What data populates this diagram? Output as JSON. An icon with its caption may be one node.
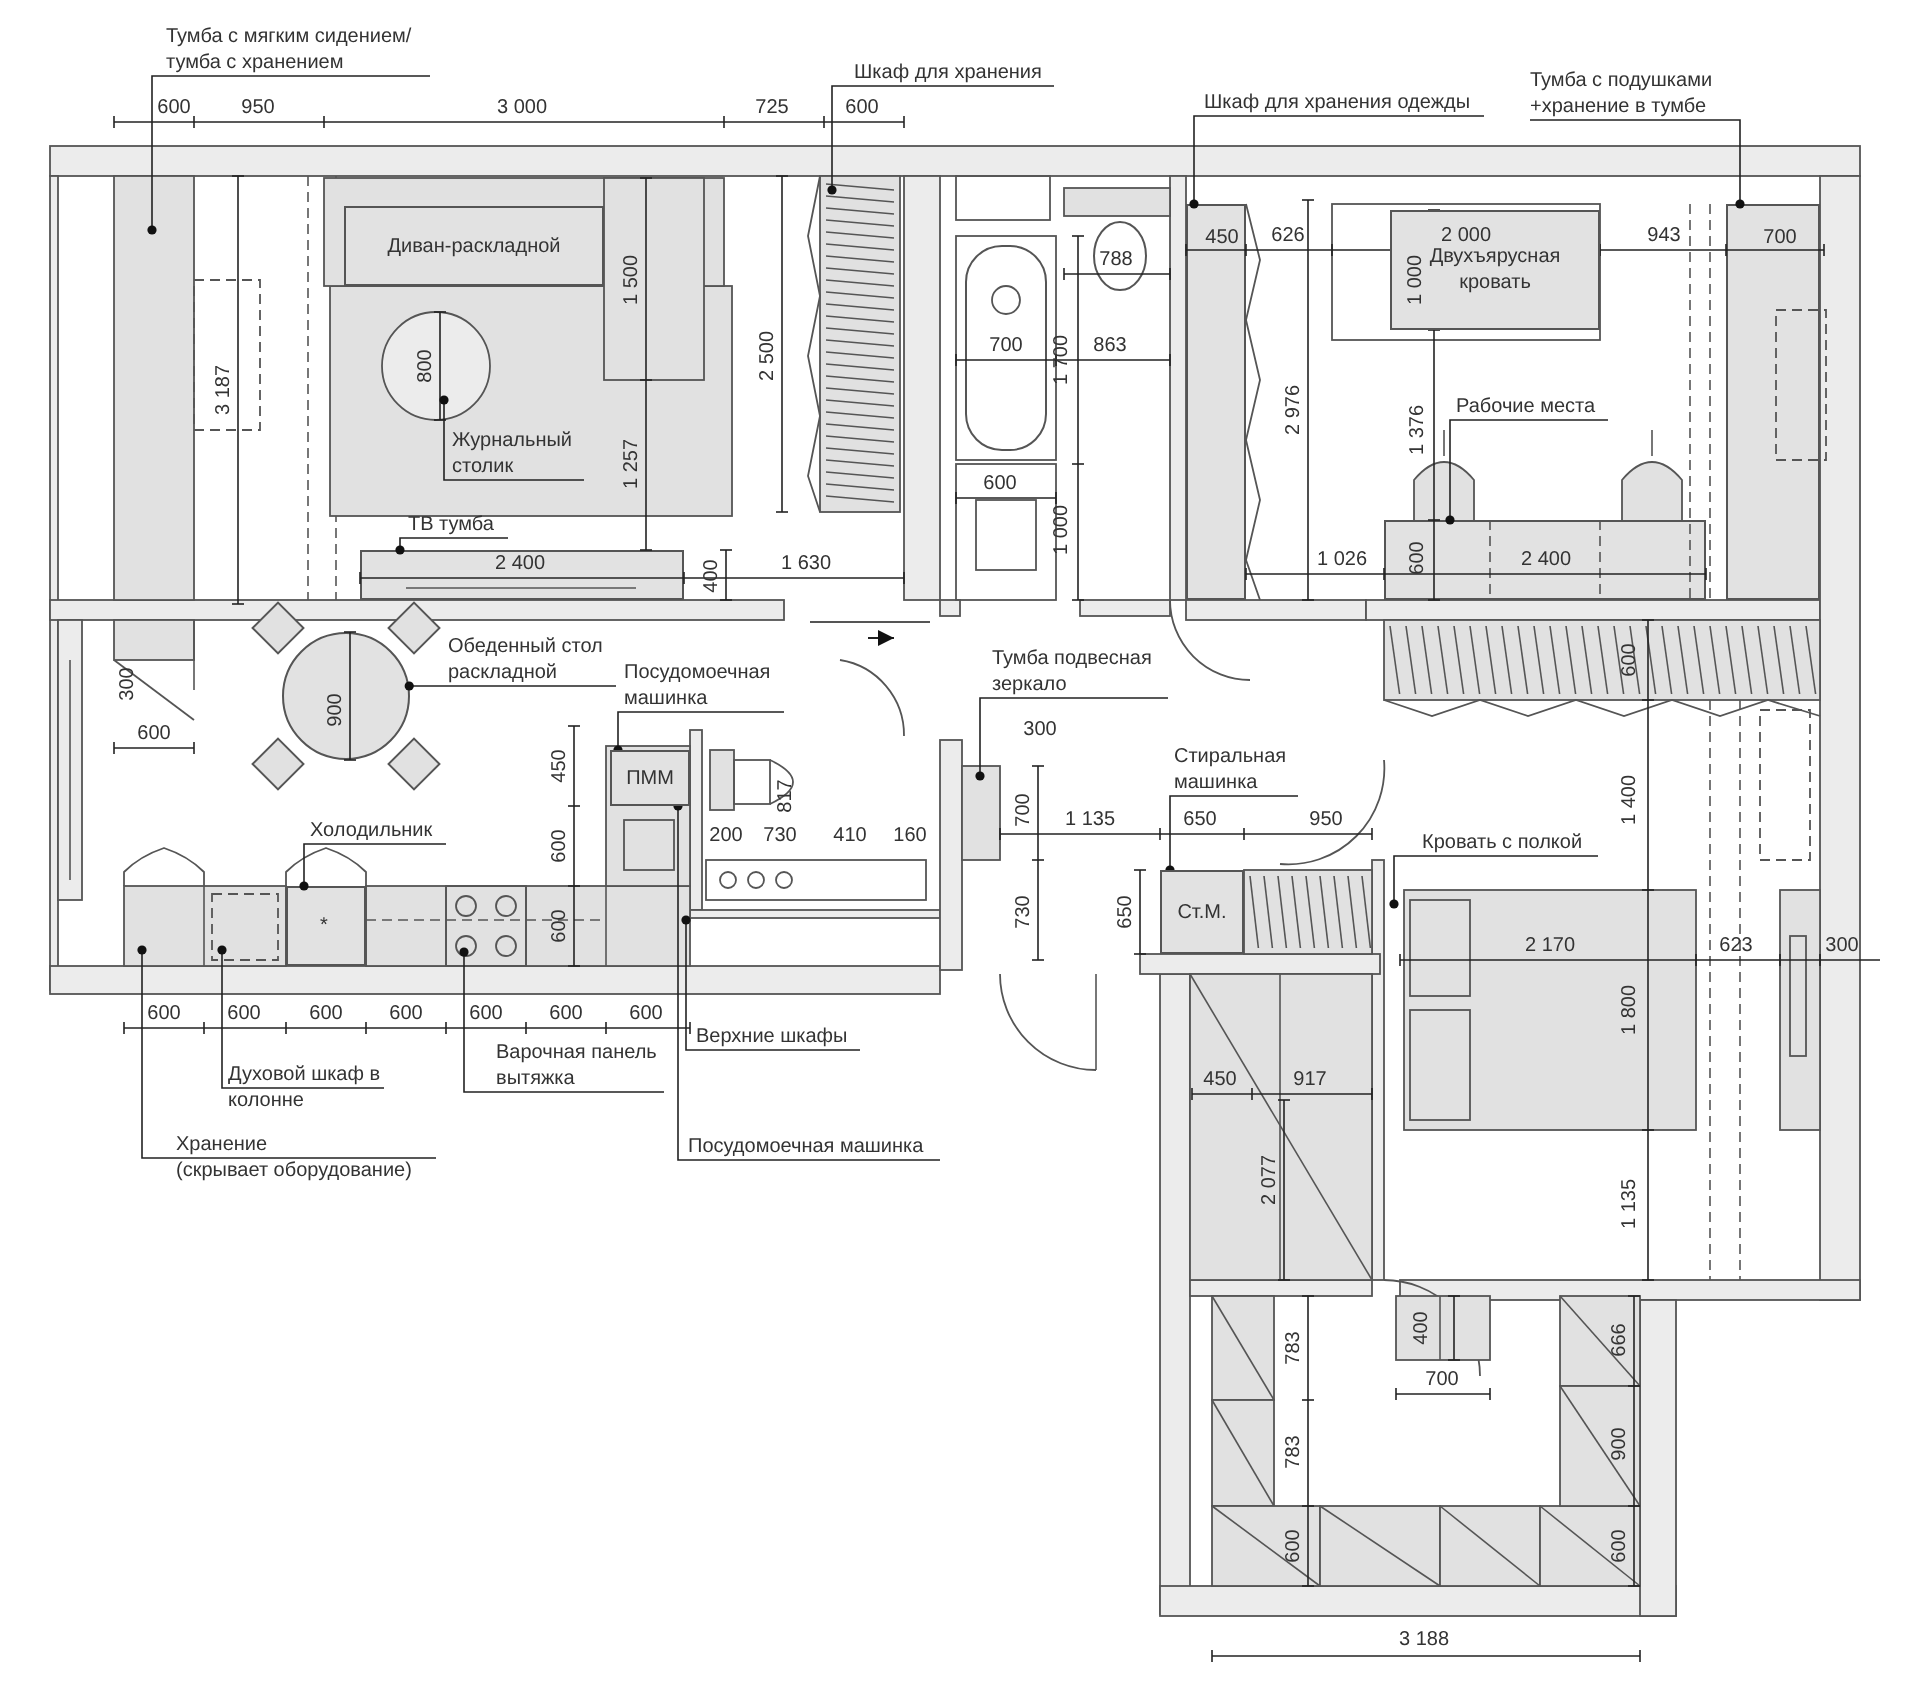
{
  "diagram": {
    "nodes": [
      {
        "text": [
          "Тумба с мягким сидением/ тумба с хранением"
        ]
      },
      {
        "text": [
          "Шкаф для хранения"
        ]
      },
      {
        "text": [
          "Шкаф для хранения одежды"
        ]
      },
      {
        "text": [
          "Тумба с подушками +хранение в тумбе"
        ]
      },
      {
        "text": [
          "Диван-раскладной"
        ]
      },
      {
        "text": [
          "Журнальный столик"
        ]
      },
      {
        "text": [
          "ТВ тумба"
        ]
      },
      {
        "text": [
          "Двухъярусная кровать"
        ]
      },
      {
        "text": [
          "Рабочие места"
        ]
      },
      {
        "text": [
          "Обеденный стол раскладной"
        ]
      },
      {
        "text": [
          "Посудомоечная машинка"
        ]
      },
      {
        "text": [
          "ПММ"
        ]
      },
      {
        "text": [
          "Холодильник"
        ]
      },
      {
        "text": [
          "Тумба подвесная зеркало"
        ]
      },
      {
        "text": [
          "Стиральная машинка"
        ]
      },
      {
        "text": [
          "Ст.М."
        ]
      },
      {
        "text": [
          "Кровать с полкой"
        ]
      },
      {
        "text": [
          "Духовой шкаф в колонне"
        ]
      },
      {
        "text": [
          "Варочная панель вытяжка"
        ]
      },
      {
        "text": [
          "Верхние шкафы"
        ]
      },
      {
        "text": [
          "Посудомоечная машинка"
        ]
      },
      {
        "text": [
          "Хранение",
          "(скрывает оборудование)"
        ]
      },
      {
        "text": [],
        "shape": "box"
      },
      {
        "text": [],
        "shape": "box"
      },
      {
        "text": [],
        "shape": "circle"
      },
      {
        "text": [],
        "shape": "box"
      },
      {
        "text": [],
        "shape": "box"
      },
      {
        "text": [],
        "shape": "box"
      }
    ],
    "edges": [
      {
        "from": 0,
        "to": null,
        "arrow": "other"
      },
      {
        "from": 1,
        "to": null,
        "arrow": "other"
      },
      {
        "from": 2,
        "to": 26,
        "arrow": "other"
      },
      {
        "from": 3,
        "to": 27,
        "arrow": "other"
      },
      {
        "from": 5,
        "to": null,
        "arrow": "other"
      },
      {
        "from": 6,
        "to": 22,
        "arrow": "other"
      },
      {
        "from": 8,
        "to": 23,
        "arrow": "other"
      },
      {
        "from": 9,
        "to": 24,
        "arrow": "other"
      },
      {
        "from": 10,
        "to": 11,
        "arrow": "other"
      },
      {
        "from": 12,
        "to": 25,
        "arrow": "other"
      },
      {
        "from": 13,
        "to": null,
        "arrow": "other"
      },
      {
        "from": 14,
        "to": 15,
        "arrow": "other"
      },
      {
        "from": 16,
        "to": null,
        "arrow": "other"
      },
      {
        "from": 17,
        "to": null,
        "arrow": "other"
      },
      {
        "from": 18,
        "to": null,
        "arrow": "other"
      },
      {
        "from": 19,
        "to": null,
        "arrow": "other"
      },
      {
        "from": 20,
        "to": 11,
        "arrow": "other"
      },
      {
        "from": 21,
        "to": null,
        "arrow": "other"
      }
    ],
    "labels": [
      "600",
      "950",
      "3 000",
      "725",
      "600",
      "450",
      "626",
      "2 000",
      "943",
      "700",
      "788",
      "1 500",
      "1 000",
      "2 500",
      "700",
      "863",
      "1 700",
      "3 187",
      "800",
      "2 976",
      "1 376",
      "1 257",
      "600",
      "1 000",
      "2 400",
      "400",
      "1 630",
      "1 026",
      "600",
      "2 400",
      "300",
      "600",
      "900",
      "600",
      "300",
      "450",
      "817",
      "1 400",
      "700",
      "1 135",
      "650",
      "950",
      "200",
      "730",
      "410",
      "160",
      "600",
      "730",
      "650",
      "600",
      "*",
      "2 170",
      "623",
      "300",
      "1 800",
      "600",
      "600",
      "600",
      "600",
      "600",
      "600",
      "600",
      "450",
      "917",
      "2 077",
      "1 135",
      "783",
      "400",
      "666",
      "700",
      "783",
      "900",
      "600",
      "600",
      "3 188"
    ]
  }
}
